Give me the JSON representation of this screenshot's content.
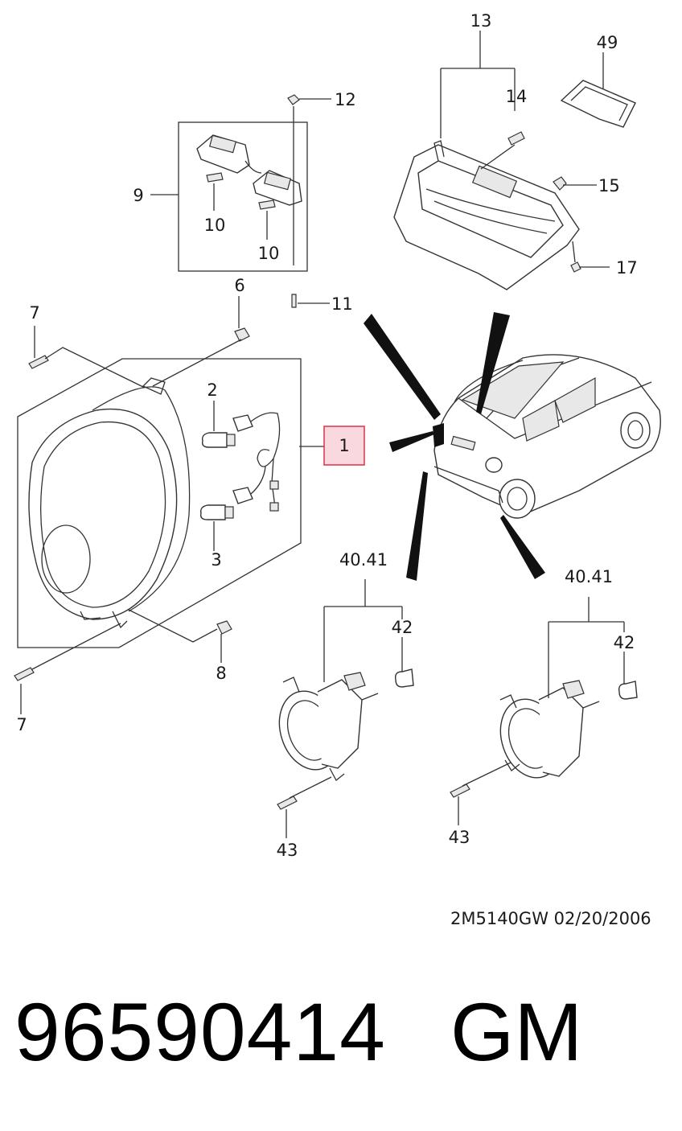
{
  "callouts": {
    "c13": "13",
    "c49": "49",
    "c12": "12",
    "c14": "14",
    "c15": "15",
    "c9": "9",
    "c10a": "10",
    "c10b": "10",
    "c17": "17",
    "c6": "6",
    "c11": "11",
    "c7a": "7",
    "c2": "2",
    "c1": "1",
    "c3": "3",
    "c4041a": "40.41",
    "c4041b": "40.41",
    "c42a": "42",
    "c42b": "42",
    "c8": "8",
    "c7b": "7",
    "c43a": "43",
    "c43b": "43"
  },
  "highlight_color": "#f9d9df",
  "highlight_border": "#e0304a",
  "footer": {
    "ref_code": "2M5140GW  02/20/2006",
    "part_number": "96590414",
    "brand": "GM"
  }
}
